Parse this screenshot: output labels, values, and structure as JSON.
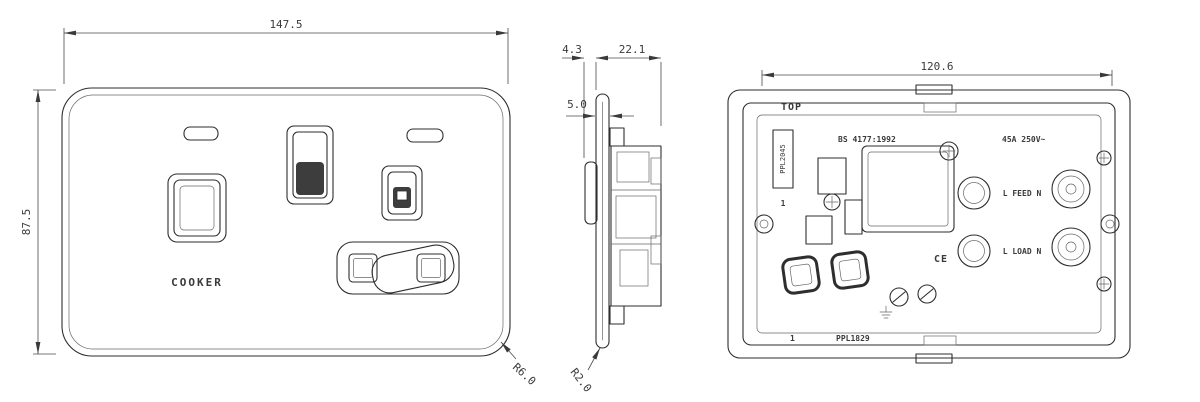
{
  "colors": {
    "background": "#ffffff",
    "line": "#2e2e2e",
    "fill_dark": "#3d3d3d"
  },
  "drawing": {
    "front": {
      "dim_width": "147.5",
      "dim_height": "87.5",
      "radius_label": "R6.0",
      "switch_label": "COOKER"
    },
    "side": {
      "dim_bezel": "4.3",
      "dim_depth": "22.1",
      "dim_plate": "5.0",
      "radius_label": "R2.0"
    },
    "back": {
      "dim_width": "120.6",
      "orientation_label": "TOP",
      "standard_label": "BS 4177:1992",
      "rating_label": "45A 250V~",
      "feed_label": "L FEED N",
      "load_label": "L LOAD N",
      "part_code_side": "PPL2045",
      "gang_label": "1",
      "bottom_index": "1",
      "part_code_bottom": "PPL1829",
      "ce_label": "CE"
    }
  }
}
